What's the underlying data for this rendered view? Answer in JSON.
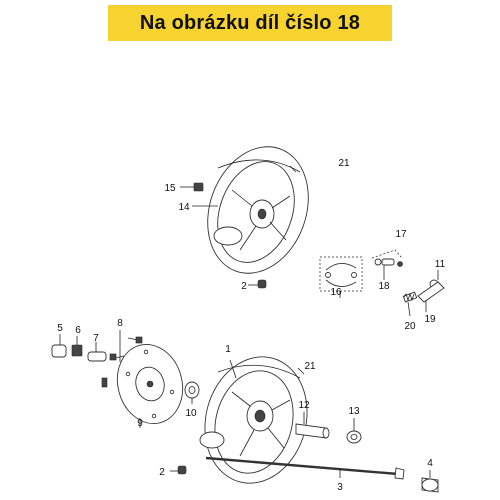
{
  "banner": {
    "text": "Na obrázku díl číslo 18",
    "color": "#f6d32f"
  },
  "callouts": {
    "c1": "1",
    "c2a": "2",
    "c2b": "2",
    "c3": "3",
    "c4": "4",
    "c5": "5",
    "c6": "6",
    "c7": "7",
    "c8": "8",
    "c9": "9",
    "c10": "10",
    "c11": "11",
    "c12": "12",
    "c13": "13",
    "c14": "14",
    "c15": "15",
    "c16": "16",
    "c17": "17",
    "c18": "18",
    "c19": "19",
    "c20": "20",
    "c21a": "21",
    "c21b": "21"
  }
}
